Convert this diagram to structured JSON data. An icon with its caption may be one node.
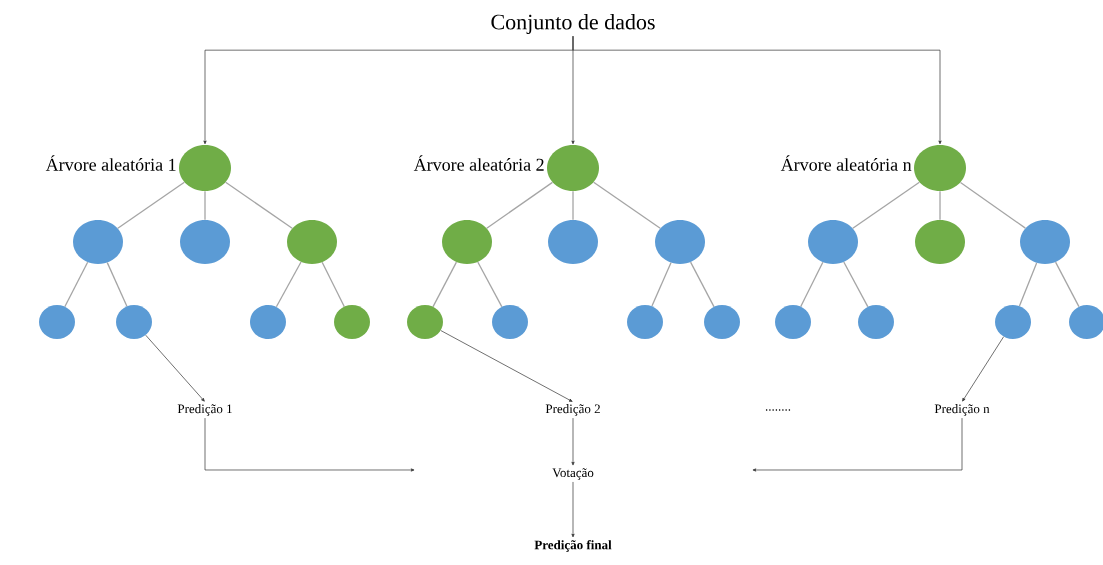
{
  "diagram": {
    "nodes": [
      {
        "text": [
          "Conjunto de dados"
        ]
      },
      {
        "text": [],
        "shape": "circle",
        "beside": [
          "Árvore aleatória 1"
        ]
      },
      {
        "text": [],
        "shape": "circle"
      },
      {
        "text": [],
        "shape": "circle"
      },
      {
        "text": [],
        "shape": "circle"
      },
      {
        "text": [],
        "shape": "circle"
      },
      {
        "text": [],
        "shape": "circle"
      },
      {
        "text": [],
        "shape": "circle"
      },
      {
        "text": [],
        "shape": "circle"
      },
      {
        "text": [],
        "shape": "circle",
        "beside": [
          "Árvore aleatória 2"
        ]
      },
      {
        "text": [],
        "shape": "circle"
      },
      {
        "text": [],
        "shape": "circle"
      },
      {
        "text": [],
        "shape": "circle"
      },
      {
        "text": [],
        "shape": "circle"
      },
      {
        "text": [],
        "shape": "circle"
      },
      {
        "text": [],
        "shape": "circle"
      },
      {
        "text": [],
        "shape": "circle"
      },
      {
        "text": [],
        "shape": "circle",
        "beside": [
          "Árvore aleatória n"
        ]
      },
      {
        "text": [],
        "shape": "circle"
      },
      {
        "text": [],
        "shape": "circle"
      },
      {
        "text": [],
        "shape": "circle"
      },
      {
        "text": [],
        "shape": "circle"
      },
      {
        "text": [],
        "shape": "circle"
      },
      {
        "text": [],
        "shape": "circle"
      },
      {
        "text": [],
        "shape": "circle"
      },
      {
        "text": [
          "Predição 1"
        ]
      },
      {
        "text": [
          "Predição 2"
        ]
      },
      {
        "text": [
          "Predição n"
        ]
      },
      {
        "text": [
          "Votação"
        ]
      },
      {
        "text": [
          "Predição final"
        ]
      }
    ],
    "edges": [
      {
        "from": 0,
        "to": 1,
        "arrow": "to",
        "color": "#323232"
      },
      {
        "from": 0,
        "to": 9,
        "arrow": "to",
        "color": "#323232"
      },
      {
        "from": 0,
        "to": 17,
        "arrow": "to",
        "color": "#323232"
      },
      {
        "from": 1,
        "to": 2,
        "arrow": "none"
      },
      {
        "from": 1,
        "to": 3,
        "arrow": "none"
      },
      {
        "from": 1,
        "to": 4,
        "arrow": "none"
      },
      {
        "from": 2,
        "to": 5,
        "arrow": "none"
      },
      {
        "from": 2,
        "to": 6,
        "arrow": "none"
      },
      {
        "from": 4,
        "to": 7,
        "arrow": "none"
      },
      {
        "from": 4,
        "to": 8,
        "arrow": "none"
      },
      {
        "from": 9,
        "to": 10,
        "arrow": "none"
      },
      {
        "from": 9,
        "to": 11,
        "arrow": "none"
      },
      {
        "from": 9,
        "to": 12,
        "arrow": "none"
      },
      {
        "from": 10,
        "to": 13,
        "arrow": "none"
      },
      {
        "from": 10,
        "to": 14,
        "arrow": "none"
      },
      {
        "from": 12,
        "to": 15,
        "arrow": "none"
      },
      {
        "from": 12,
        "to": 16,
        "arrow": "none"
      },
      {
        "from": 17,
        "to": 18,
        "arrow": "none"
      },
      {
        "from": 17,
        "to": 19,
        "arrow": "none"
      },
      {
        "from": 17,
        "to": 20,
        "arrow": "none"
      },
      {
        "from": 18,
        "to": 21,
        "arrow": "none"
      },
      {
        "from": 18,
        "to": 22,
        "arrow": "none"
      },
      {
        "from": 20,
        "to": 23,
        "arrow": "none"
      },
      {
        "from": 20,
        "to": 24,
        "arrow": "none"
      },
      {
        "from": 6,
        "to": 25,
        "arrow": "to",
        "color": "#323232"
      },
      {
        "from": 13,
        "to": 26,
        "arrow": "to",
        "color": "#323232"
      },
      {
        "from": 23,
        "to": 27,
        "arrow": "to",
        "color": "#323232"
      },
      {
        "from": 25,
        "to": null,
        "arrow": "to",
        "color": "#323232"
      },
      {
        "from": 27,
        "to": null,
        "arrow": "to",
        "color": "#323232"
      },
      {
        "from": 26,
        "to": 28,
        "arrow": "to",
        "color": "#323232"
      },
      {
        "from": 28,
        "to": 29,
        "arrow": "to",
        "color": "#323232"
      }
    ],
    "labels": [
      "........"
    ]
  }
}
